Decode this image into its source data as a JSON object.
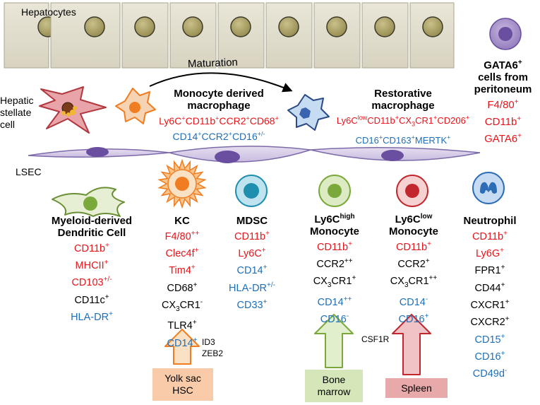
{
  "colors": {
    "red": "#e8141a",
    "blue": "#1f6fb8",
    "orange": "#f07d21",
    "green": "#7aa83a",
    "darkred": "#c1272d",
    "purple": "#6a4fa0"
  },
  "labels": {
    "hepatocytes": "Hepatocytes",
    "maturation": "Maturation",
    "stellate": [
      "Hepatic",
      "stellate",
      "cell"
    ],
    "lsec": "LSEC",
    "id3": "ID3",
    "zeb2": "ZEB2",
    "csf1r": "CSF1R"
  },
  "gata6": {
    "title": [
      "GATA6",
      "cells from",
      "peritoneum"
    ],
    "title_sup": "+",
    "markers": [
      [
        "F4/80",
        "+",
        "red"
      ],
      [
        "CD11b",
        "+",
        "red"
      ],
      [
        "GATA6",
        "+",
        "red"
      ]
    ]
  },
  "monocyte_derived": {
    "title": [
      "Monocyte derived",
      "macrophage"
    ],
    "line1": [
      [
        "Ly6C",
        "+"
      ],
      [
        "CD11b",
        "+"
      ],
      [
        "CCR2",
        "+"
      ],
      [
        "CD68",
        "+"
      ]
    ],
    "line2": [
      [
        "CD14",
        "+"
      ],
      [
        "CCR2",
        "+"
      ],
      [
        "CD16",
        "+/-"
      ]
    ]
  },
  "restorative": {
    "title": [
      "Restorative",
      "macrophage"
    ],
    "line1": [
      [
        "Ly6C",
        "low"
      ],
      [
        "CD11b",
        "+"
      ],
      [
        "CX",
        "3",
        "CR1",
        "+"
      ],
      [
        "CD206",
        "+"
      ]
    ],
    "line2": [
      [
        "CD16",
        "+"
      ],
      [
        "CD163",
        "+"
      ],
      [
        "MERTK",
        "+"
      ]
    ]
  },
  "columns": [
    {
      "id": "mdc",
      "title": [
        "Myeloid-derived",
        "Dendritic Cell"
      ],
      "markers": [
        [
          "CD11b",
          "+",
          "red"
        ],
        [
          "MHCII",
          "+",
          "red"
        ],
        [
          "CD103",
          "+/-",
          "red"
        ],
        [
          "CD11c",
          "+",
          "blk"
        ],
        [
          "HLA-DR",
          "+",
          "blue"
        ]
      ]
    },
    {
      "id": "kc",
      "title": [
        "KC"
      ],
      "markers": [
        [
          "F4/80",
          "++",
          "red"
        ],
        [
          "Clec4f",
          "+",
          "red"
        ],
        [
          "Tim4",
          "+",
          "red"
        ],
        [
          "CD68",
          "+",
          "blk"
        ],
        [
          "CX3CR1",
          "-",
          "blk"
        ],
        [
          "TLR4",
          "+",
          "blk"
        ],
        [
          "CD14",
          "+",
          "blue"
        ]
      ]
    },
    {
      "id": "mdsc",
      "title": [
        "MDSC"
      ],
      "markers": [
        [
          "CD11b",
          "+",
          "red"
        ],
        [
          "Ly6C",
          "+",
          "red"
        ],
        [
          "CD14",
          "+",
          "blue"
        ],
        [
          "HLA-DR",
          "+/-",
          "blue"
        ],
        [
          "CD33",
          "+",
          "blue"
        ]
      ]
    },
    {
      "id": "ly6chigh",
      "title": [
        "Ly6C",
        "Monocyte"
      ],
      "title_sup": "high",
      "markers": [
        [
          "CD11b",
          "+",
          "red"
        ],
        [
          "CCR2",
          "++",
          "blk"
        ],
        [
          "CX3CR1",
          "+",
          "blk"
        ],
        [
          "CD14",
          "++",
          "blue"
        ],
        [
          "CD16",
          "-",
          "blue"
        ]
      ]
    },
    {
      "id": "ly6clow",
      "title": [
        "Ly6C",
        "Monocyte"
      ],
      "title_sup": "low",
      "markers": [
        [
          "CD11b",
          "+",
          "red"
        ],
        [
          "CCR2",
          "+",
          "blk"
        ],
        [
          "CX3CR1",
          "++",
          "blk"
        ],
        [
          "CD14",
          "-",
          "blue"
        ],
        [
          "CD16",
          "+",
          "blue"
        ]
      ]
    },
    {
      "id": "neutrophil",
      "title": [
        "Neutrophil"
      ],
      "markers": [
        [
          "CD11b",
          "+",
          "red"
        ],
        [
          "Ly6G",
          "+",
          "red"
        ],
        [
          "FPR1",
          "+",
          "blk"
        ],
        [
          "CD44",
          "+",
          "blk"
        ],
        [
          "CXCR1",
          "+",
          "blk"
        ],
        [
          "CXCR2",
          "+",
          "blk"
        ],
        [
          "CD15",
          "+",
          "blue"
        ],
        [
          "CD16",
          "+",
          "blue"
        ],
        [
          "CD49d",
          "-",
          "blue"
        ]
      ]
    }
  ],
  "sources": [
    {
      "id": "yolk",
      "text": [
        "Yolk sac",
        "HSC"
      ],
      "bg": "#f9cba8"
    },
    {
      "id": "bone",
      "text": [
        "Bone",
        "marrow"
      ],
      "bg": "#d5e7b8"
    },
    {
      "id": "spleen",
      "text": [
        "Spleen"
      ],
      "bg": "#e8a9ab"
    }
  ]
}
